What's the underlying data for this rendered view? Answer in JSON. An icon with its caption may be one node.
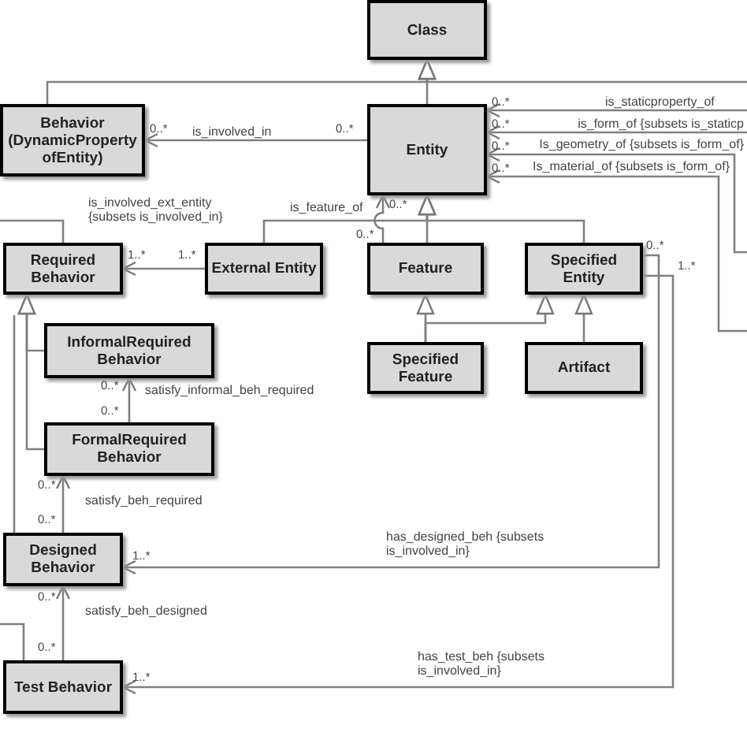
{
  "diagram": {
    "nodes": [
      {
        "text": [
          "Class"
        ]
      },
      {
        "text": [
          "Behavior (DynamicProperty ofEntity)"
        ]
      },
      {
        "text": [
          "Entity"
        ]
      },
      {
        "text": [
          "Required Behavior"
        ]
      },
      {
        "text": [
          "External Entity"
        ]
      },
      {
        "text": [
          "Feature"
        ]
      },
      {
        "text": [
          "Specified Entity"
        ]
      },
      {
        "text": [
          "Specified Feature"
        ]
      },
      {
        "text": [
          "Artifact"
        ]
      },
      {
        "text": [
          "InformalRequired Behavior"
        ]
      },
      {
        "text": [
          "FormalRequired Behavior"
        ]
      },
      {
        "text": [
          "Designed Behavior"
        ]
      },
      {
        "text": [
          "Test Behavior"
        ]
      }
    ],
    "edges": [
      {
        "from": 2,
        "to": 0,
        "arrow": "to"
      },
      {
        "from": 1,
        "to": 0,
        "arrow": "to"
      },
      {
        "from": null,
        "to": 0,
        "arrow": "to"
      },
      {
        "from": 2,
        "to": 1,
        "arrow": "to",
        "label": "is_involved_in"
      },
      {
        "from": null,
        "to": 2,
        "arrow": "to",
        "label": "is_staticproperty_of"
      },
      {
        "from": null,
        "to": 2,
        "arrow": "to",
        "label": "is_form_of {subsets is_staticp"
      },
      {
        "from": null,
        "to": 2,
        "arrow": "to",
        "label": "Is_geometry_of {subsets is_form_of}"
      },
      {
        "from": null,
        "to": 2,
        "arrow": "to",
        "label": "Is_material_of {subsets is_form_of}"
      },
      {
        "from": 5,
        "to": 2,
        "arrow": "to",
        "label": "is_feature_of"
      },
      {
        "from": 4,
        "to": 2,
        "arrow": "to"
      },
      {
        "from": 5,
        "to": 2,
        "arrow": "to"
      },
      {
        "from": 6,
        "to": 2,
        "arrow": "to"
      },
      {
        "from": 4,
        "to": 3,
        "arrow": "to",
        "label": "is_involved_ext_entity {subsets is_involved_in}"
      },
      {
        "from": 3,
        "to": null,
        "arrow": "none"
      },
      {
        "from": 9,
        "to": 3,
        "arrow": "to"
      },
      {
        "from": 10,
        "to": 3,
        "arrow": "to"
      },
      {
        "from": 7,
        "to": 5,
        "arrow": "to"
      },
      {
        "from": 7,
        "to": 6,
        "arrow": "to"
      },
      {
        "from": 8,
        "to": 6,
        "arrow": "to"
      },
      {
        "from": 10,
        "to": 9,
        "arrow": "to",
        "label": "satisfy_informal_beh_required"
      },
      {
        "from": 11,
        "to": 10,
        "arrow": "to",
        "label": "satisfy_beh_required"
      },
      {
        "from": 12,
        "to": 11,
        "arrow": "to",
        "label": "satisfy_beh_designed"
      },
      {
        "from": 6,
        "to": 11,
        "arrow": "to",
        "label": "has_designed_beh {subsets is_involved_in}"
      },
      {
        "from": 6,
        "to": 12,
        "arrow": "to",
        "label": "has_test_beh {subsets is_involved_in}"
      },
      {
        "from": 11,
        "to": null,
        "arrow": "none"
      },
      {
        "from": 12,
        "to": null,
        "arrow": "none"
      }
    ],
    "labels": [
      "0..*",
      "0..*",
      "0..*",
      "0..*",
      "0..*",
      "0..*",
      "0..*",
      "0..*",
      "1..*",
      "1..*",
      "0..*",
      "1..*",
      "0..*",
      "0..*",
      "0..*",
      "0..*",
      "1..*",
      "0..*",
      "0..*",
      "1..*"
    ]
  }
}
